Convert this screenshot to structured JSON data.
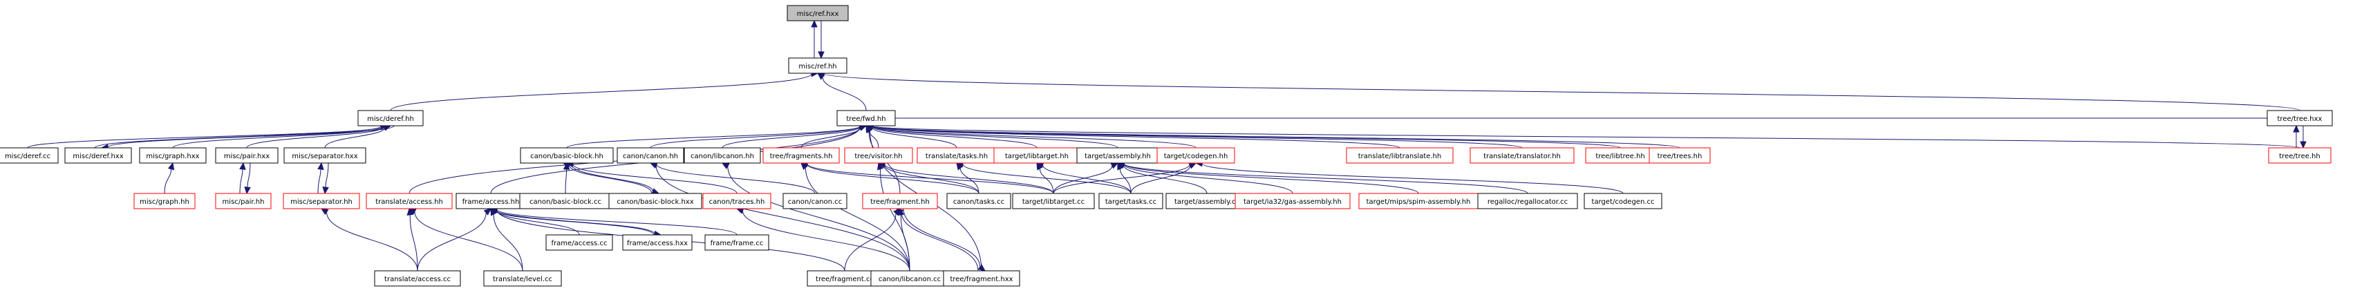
{
  "colors": {
    "edge": "#191970",
    "normal_border": "#000000",
    "missing_border": "#ff0000",
    "root_fill": "#bfbfbf",
    "node_fill": "#ffffff",
    "text": "#000000"
  },
  "nodes": [
    {
      "id": "n_ref_hxx",
      "label": "misc/ref.hxx",
      "style": "root"
    },
    {
      "id": "n_ref_hh",
      "label": "misc/ref.hh",
      "style": "normal"
    },
    {
      "id": "n_deref_hh",
      "label": "misc/deref.hh",
      "style": "normal"
    },
    {
      "id": "n_fwd_hh",
      "label": "tree/fwd.hh",
      "style": "normal"
    },
    {
      "id": "n_tree_hxx",
      "label": "tree/tree.hxx",
      "style": "normal"
    },
    {
      "id": "n_deref_cc",
      "label": "misc/deref.cc",
      "style": "normal"
    },
    {
      "id": "n_deref_hxx",
      "label": "misc/deref.hxx",
      "style": "normal"
    },
    {
      "id": "n_graph_hxx",
      "label": "misc/graph.hxx",
      "style": "normal"
    },
    {
      "id": "n_pair_hxx",
      "label": "misc/pair.hxx",
      "style": "normal"
    },
    {
      "id": "n_separator_hxx",
      "label": "misc/separator.hxx",
      "style": "normal"
    },
    {
      "id": "n_graph_hh",
      "label": "misc/graph.hh",
      "style": "missing"
    },
    {
      "id": "n_pair_hh",
      "label": "misc/pair.hh",
      "style": "missing"
    },
    {
      "id": "n_separator_hh",
      "label": "misc/separator.hh",
      "style": "missing"
    },
    {
      "id": "n_translate_access_hh",
      "label": "translate/access.hh",
      "style": "missing"
    },
    {
      "id": "n_frame_access_hh",
      "label": "frame/access.hh",
      "style": "normal"
    },
    {
      "id": "n_basic_block_hh",
      "label": "canon/basic-block.hh",
      "style": "normal"
    },
    {
      "id": "n_canon_hh",
      "label": "canon/canon.hh",
      "style": "normal"
    },
    {
      "id": "n_libcanon_hh",
      "label": "canon/libcanon.hh",
      "style": "normal"
    },
    {
      "id": "n_fragments_hh",
      "label": "tree/fragments.hh",
      "style": "missing"
    },
    {
      "id": "n_visitor_hh",
      "label": "tree/visitor.hh",
      "style": "missing"
    },
    {
      "id": "n_translate_tasks_hh",
      "label": "translate/tasks.hh",
      "style": "missing"
    },
    {
      "id": "n_libtarget_hh",
      "label": "target/libtarget.hh",
      "style": "missing"
    },
    {
      "id": "n_assembly_hh",
      "label": "target/assembly.hh",
      "style": "normal"
    },
    {
      "id": "n_codegen_hh",
      "label": "target/codegen.hh",
      "style": "missing"
    },
    {
      "id": "n_libtranslate_hh",
      "label": "translate/libtranslate.hh",
      "style": "missing"
    },
    {
      "id": "n_translator_hh",
      "label": "translate/translator.hh",
      "style": "missing"
    },
    {
      "id": "n_libtree_hh",
      "label": "tree/libtree.hh",
      "style": "missing"
    },
    {
      "id": "n_trees_hh",
      "label": "tree/trees.hh",
      "style": "missing"
    },
    {
      "id": "n_tree_hh",
      "label": "tree/tree.hh",
      "style": "missing"
    },
    {
      "id": "n_basic_block_cc",
      "label": "canon/basic-block.cc",
      "style": "normal"
    },
    {
      "id": "n_basic_block_hxx",
      "label": "canon/basic-block.hxx",
      "style": "normal"
    },
    {
      "id": "n_traces_hh",
      "label": "canon/traces.hh",
      "style": "missing"
    },
    {
      "id": "n_canon_cc",
      "label": "canon/canon.cc",
      "style": "normal"
    },
    {
      "id": "n_fragment_hh",
      "label": "tree/fragment.hh",
      "style": "missing"
    },
    {
      "id": "n_canon_tasks_cc",
      "label": "canon/tasks.cc",
      "style": "normal"
    },
    {
      "id": "n_libtarget_cc",
      "label": "target/libtarget.cc",
      "style": "normal"
    },
    {
      "id": "n_target_tasks_cc",
      "label": "target/tasks.cc",
      "style": "normal"
    },
    {
      "id": "n_assembly_cc",
      "label": "target/assembly.cc",
      "style": "normal"
    },
    {
      "id": "n_gas_assembly_hh",
      "label": "target/ia32/gas-assembly.hh",
      "style": "missing"
    },
    {
      "id": "n_spim_assembly_hh",
      "label": "target/mips/spim-assembly.hh",
      "style": "missing"
    },
    {
      "id": "n_regallocator_cc",
      "label": "regalloc/regallocator.cc",
      "style": "normal"
    },
    {
      "id": "n_codegen_cc",
      "label": "target/codegen.cc",
      "style": "normal"
    },
    {
      "id": "n_translate_access_cc",
      "label": "translate/access.cc",
      "style": "normal"
    },
    {
      "id": "n_level_cc",
      "label": "translate/level.cc",
      "style": "normal"
    },
    {
      "id": "n_frame_access_cc",
      "label": "frame/access.cc",
      "style": "normal"
    },
    {
      "id": "n_frame_access_hxx",
      "label": "frame/access.hxx",
      "style": "normal"
    },
    {
      "id": "n_frame_cc",
      "label": "frame/frame.cc",
      "style": "normal"
    },
    {
      "id": "n_fragment_cc",
      "label": "tree/fragment.cc",
      "style": "normal"
    },
    {
      "id": "n_libcanon_cc",
      "label": "canon/libcanon.cc",
      "style": "normal"
    },
    {
      "id": "n_fragment_hxx",
      "label": "tree/fragment.hxx",
      "style": "normal"
    }
  ],
  "edges": [
    [
      "n_ref_hh",
      "n_ref_hxx"
    ],
    [
      "n_ref_hxx",
      "n_ref_hh"
    ],
    [
      "n_deref_hh",
      "n_ref_hh"
    ],
    [
      "n_fwd_hh",
      "n_ref_hh"
    ],
    [
      "n_tree_hxx",
      "n_ref_hh"
    ],
    [
      "n_fwd_hh",
      "n_tree_hxx"
    ],
    [
      "n_deref_cc",
      "n_deref_hh"
    ],
    [
      "n_deref_hxx",
      "n_deref_hh"
    ],
    [
      "n_deref_hh",
      "n_deref_hxx"
    ],
    [
      "n_graph_hxx",
      "n_deref_hh"
    ],
    [
      "n_pair_hxx",
      "n_deref_hh"
    ],
    [
      "n_separator_hxx",
      "n_deref_hh"
    ],
    [
      "n_graph_hh",
      "n_graph_hxx"
    ],
    [
      "n_pair_hh",
      "n_pair_hxx"
    ],
    [
      "n_pair_hxx",
      "n_pair_hh"
    ],
    [
      "n_separator_hh",
      "n_separator_hxx"
    ],
    [
      "n_separator_hxx",
      "n_separator_hh"
    ],
    [
      "n_translate_access_cc",
      "n_separator_hh"
    ],
    [
      "n_translate_access_hh",
      "n_fwd_hh"
    ],
    [
      "n_frame_access_hh",
      "n_fwd_hh"
    ],
    [
      "n_basic_block_hh",
      "n_fwd_hh"
    ],
    [
      "n_canon_hh",
      "n_fwd_hh"
    ],
    [
      "n_libcanon_hh",
      "n_fwd_hh"
    ],
    [
      "n_fragments_hh",
      "n_fwd_hh"
    ],
    [
      "n_visitor_hh",
      "n_fwd_hh"
    ],
    [
      "n_translate_tasks_hh",
      "n_fwd_hh"
    ],
    [
      "n_libtarget_hh",
      "n_fwd_hh"
    ],
    [
      "n_assembly_hh",
      "n_fwd_hh"
    ],
    [
      "n_codegen_hh",
      "n_fwd_hh"
    ],
    [
      "n_libtranslate_hh",
      "n_fwd_hh"
    ],
    [
      "n_translator_hh",
      "n_fwd_hh"
    ],
    [
      "n_libtree_hh",
      "n_fwd_hh"
    ],
    [
      "n_trees_hh",
      "n_fwd_hh"
    ],
    [
      "n_tree_hh",
      "n_fwd_hh"
    ],
    [
      "n_fragment_hh",
      "n_fwd_hh"
    ],
    [
      "n_fragment_hxx",
      "n_fwd_hh"
    ],
    [
      "n_tree_hh",
      "n_tree_hxx"
    ],
    [
      "n_tree_hxx",
      "n_tree_hh"
    ],
    [
      "n_translate_access_cc",
      "n_translate_access_hh"
    ],
    [
      "n_level_cc",
      "n_translate_access_hh"
    ],
    [
      "n_translate_access_cc",
      "n_frame_access_hh"
    ],
    [
      "n_level_cc",
      "n_frame_access_hh"
    ],
    [
      "n_frame_access_cc",
      "n_frame_access_hh"
    ],
    [
      "n_frame_access_hxx",
      "n_frame_access_hh"
    ],
    [
      "n_frame_access_hh",
      "n_frame_access_hxx"
    ],
    [
      "n_frame_cc",
      "n_frame_access_hh"
    ],
    [
      "n_fragment_cc",
      "n_frame_access_hh"
    ],
    [
      "n_basic_block_cc",
      "n_basic_block_hh"
    ],
    [
      "n_basic_block_hxx",
      "n_basic_block_hh"
    ],
    [
      "n_basic_block_hh",
      "n_basic_block_hxx"
    ],
    [
      "n_traces_hh",
      "n_basic_block_hh"
    ],
    [
      "n_libcanon_cc",
      "n_traces_hh"
    ],
    [
      "n_canon_cc",
      "n_canon_hh"
    ],
    [
      "n_libcanon_cc",
      "n_canon_hh"
    ],
    [
      "n_libcanon_cc",
      "n_libcanon_hh"
    ],
    [
      "n_canon_tasks_cc",
      "n_fragments_hh"
    ],
    [
      "n_libtarget_cc",
      "n_fragments_hh"
    ],
    [
      "n_libcanon_cc",
      "n_fragments_hh"
    ],
    [
      "n_canon_tasks_cc",
      "n_visitor_hh"
    ],
    [
      "n_libtarget_cc",
      "n_visitor_hh"
    ],
    [
      "n_libcanon_cc",
      "n_visitor_hh"
    ],
    [
      "n_canon_tasks_cc",
      "n_translate_tasks_hh"
    ],
    [
      "n_target_tasks_cc",
      "n_translate_tasks_hh"
    ],
    [
      "n_libtarget_cc",
      "n_libtarget_hh"
    ],
    [
      "n_target_tasks_cc",
      "n_libtarget_hh"
    ],
    [
      "n_libtarget_cc",
      "n_assembly_hh"
    ],
    [
      "n_target_tasks_cc",
      "n_assembly_hh"
    ],
    [
      "n_assembly_cc",
      "n_assembly_hh"
    ],
    [
      "n_gas_assembly_hh",
      "n_assembly_hh"
    ],
    [
      "n_spim_assembly_hh",
      "n_assembly_hh"
    ],
    [
      "n_regallocator_cc",
      "n_assembly_hh"
    ],
    [
      "n_codegen_cc",
      "n_codegen_hh"
    ],
    [
      "n_libtarget_cc",
      "n_codegen_hh"
    ],
    [
      "n_target_tasks_cc",
      "n_codegen_hh"
    ],
    [
      "n_fragment_cc",
      "n_fragment_hh"
    ],
    [
      "n_libcanon_cc",
      "n_fragment_hh"
    ],
    [
      "n_fragment_hxx",
      "n_fragment_hh"
    ],
    [
      "n_fragment_hh",
      "n_fragment_hxx"
    ]
  ]
}
